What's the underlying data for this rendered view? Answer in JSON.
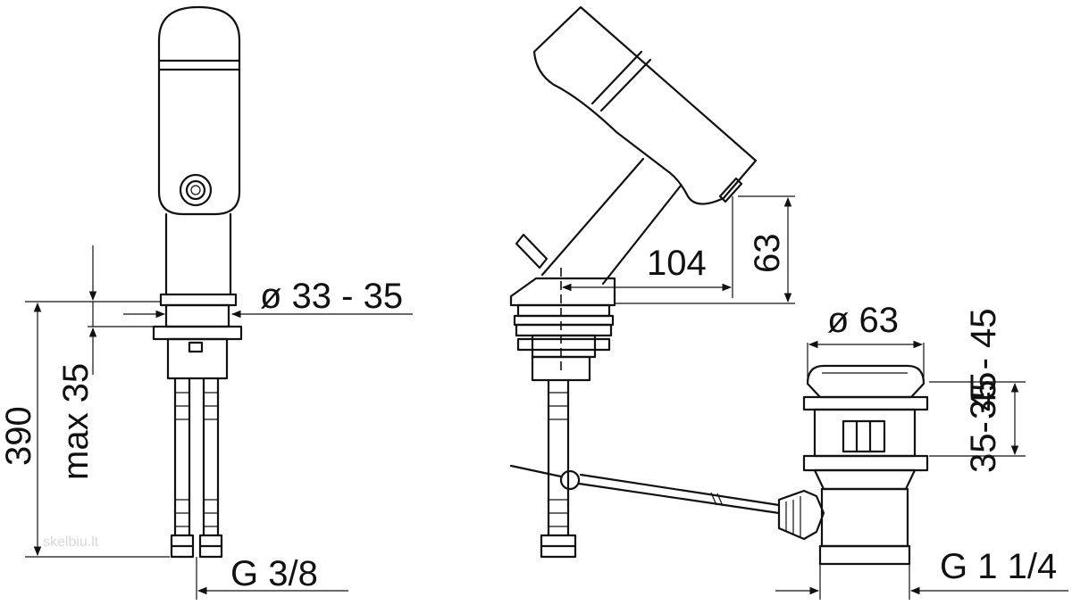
{
  "dimensions": {
    "dia_33_35": "ø 33 - 35",
    "height_390": "390",
    "max_35": "max 35",
    "g_3_8": "G 3/8",
    "reach_104": "104",
    "height_63": "63",
    "dia_63": "ø 63",
    "range_35_45_top": "35 - 45",
    "range_35_45_side": "35- 45",
    "g_1_1_4": "G 1 1/4"
  },
  "watermark": "skelbiu.lt"
}
